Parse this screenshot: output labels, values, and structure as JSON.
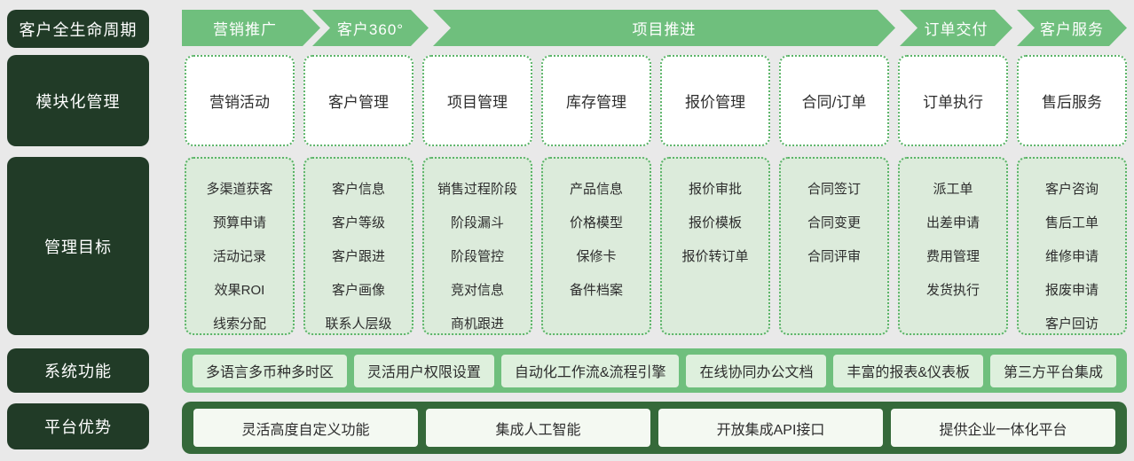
{
  "row_labels": [
    "客户全生命周期",
    "模块化管理",
    "管理目标",
    "系统功能",
    "平台优势"
  ],
  "stages": [
    "营销推广",
    "客户360°",
    "项目推进",
    "订单交付",
    "客户服务"
  ],
  "modules": [
    "营销活动",
    "客户管理",
    "项目管理",
    "库存管理",
    "报价管理",
    "合同/订单",
    "订单执行",
    "售后服务"
  ],
  "goals": [
    [
      "多渠道获客",
      "预算申请",
      "活动记录",
      "效果ROI",
      "线索分配"
    ],
    [
      "客户信息",
      "客户等级",
      "客户跟进",
      "客户画像",
      "联系人层级"
    ],
    [
      "销售过程阶段",
      "阶段漏斗",
      "阶段管控",
      "竞对信息",
      "商机跟进"
    ],
    [
      "产品信息",
      "价格模型",
      "保修卡",
      "备件档案"
    ],
    [
      "报价审批",
      "报价模板",
      "报价转订单"
    ],
    [
      "合同签订",
      "合同变更",
      "合同评审"
    ],
    [
      "派工单",
      "出差申请",
      "费用管理",
      "发货执行"
    ],
    [
      "客户咨询",
      "售后工单",
      "维修申请",
      "报废申请",
      "客户回访"
    ]
  ],
  "system_functions": [
    "多语言多币种多时区",
    "灵活用户权限设置",
    "自动化工作流&流程引擎",
    "在线协同办公文档",
    "丰富的报表&仪表板",
    "第三方平台集成"
  ],
  "platform_advantages": [
    "灵活高度自定义功能",
    "集成人工智能",
    "开放集成API接口",
    "提供企业一体化平台"
  ],
  "colors": {
    "background": "#e9e9e9",
    "dark_label_green": "#213b27",
    "stage_green": "#6fbf7d",
    "goal_card_green": "#dcebdb",
    "sysfn_pill_green": "#def0dd",
    "advantage_bar_green": "#35693a",
    "advantage_pill": "#f4f9f2",
    "dotted_border_green": "#5bb468",
    "text_dark": "#2d2d2d",
    "text_light": "#ffffff"
  }
}
